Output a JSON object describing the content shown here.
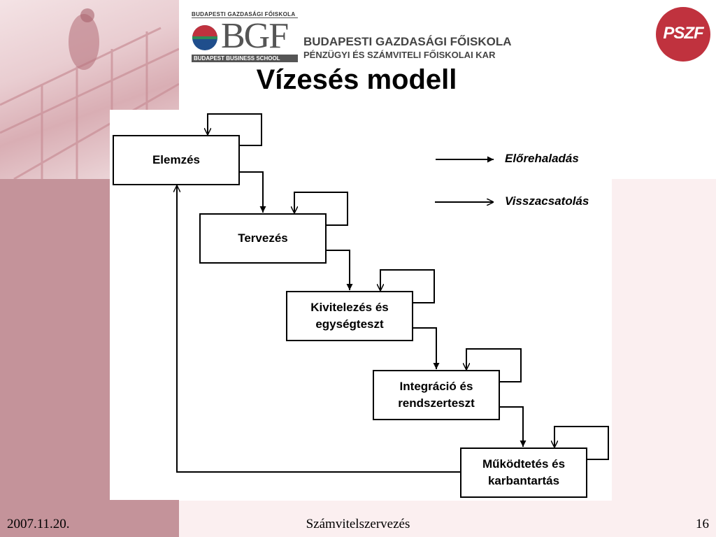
{
  "logos": {
    "bgf": {
      "top_caption": "BUDAPESTI GAZDASÁGI FŐISKOLA",
      "letters": "BGF",
      "bottom_caption": "BUDAPEST BUSINESS SCHOOL",
      "name_line1": "BUDAPESTI GAZDASÁGI FŐISKOLA",
      "name_line2": "PÉNZÜGYI ÉS SZÁMVITELI FŐISKOLAI KAR"
    },
    "pszf": {
      "text": "PSZF"
    }
  },
  "title": "Vízesés modell",
  "diagram": {
    "stages": [
      {
        "label": "Elemzés"
      },
      {
        "label": "Tervezés"
      },
      {
        "label": "Kivitelezés és\negységteszt"
      },
      {
        "label": "Integráció és\nrendszerteszt"
      },
      {
        "label": "Működtetés és\nkarbantartás"
      }
    ],
    "legend": {
      "forward": "Előrehaladás",
      "feedback": "Visszacsatolás"
    }
  },
  "footer": {
    "date": "2007.11.20.",
    "subject": "Számvitelszervezés",
    "page": "16"
  },
  "colors": {
    "band_pink": "#c4939a",
    "band_light": "#fbeff0",
    "pszf_red": "#c0323e"
  }
}
